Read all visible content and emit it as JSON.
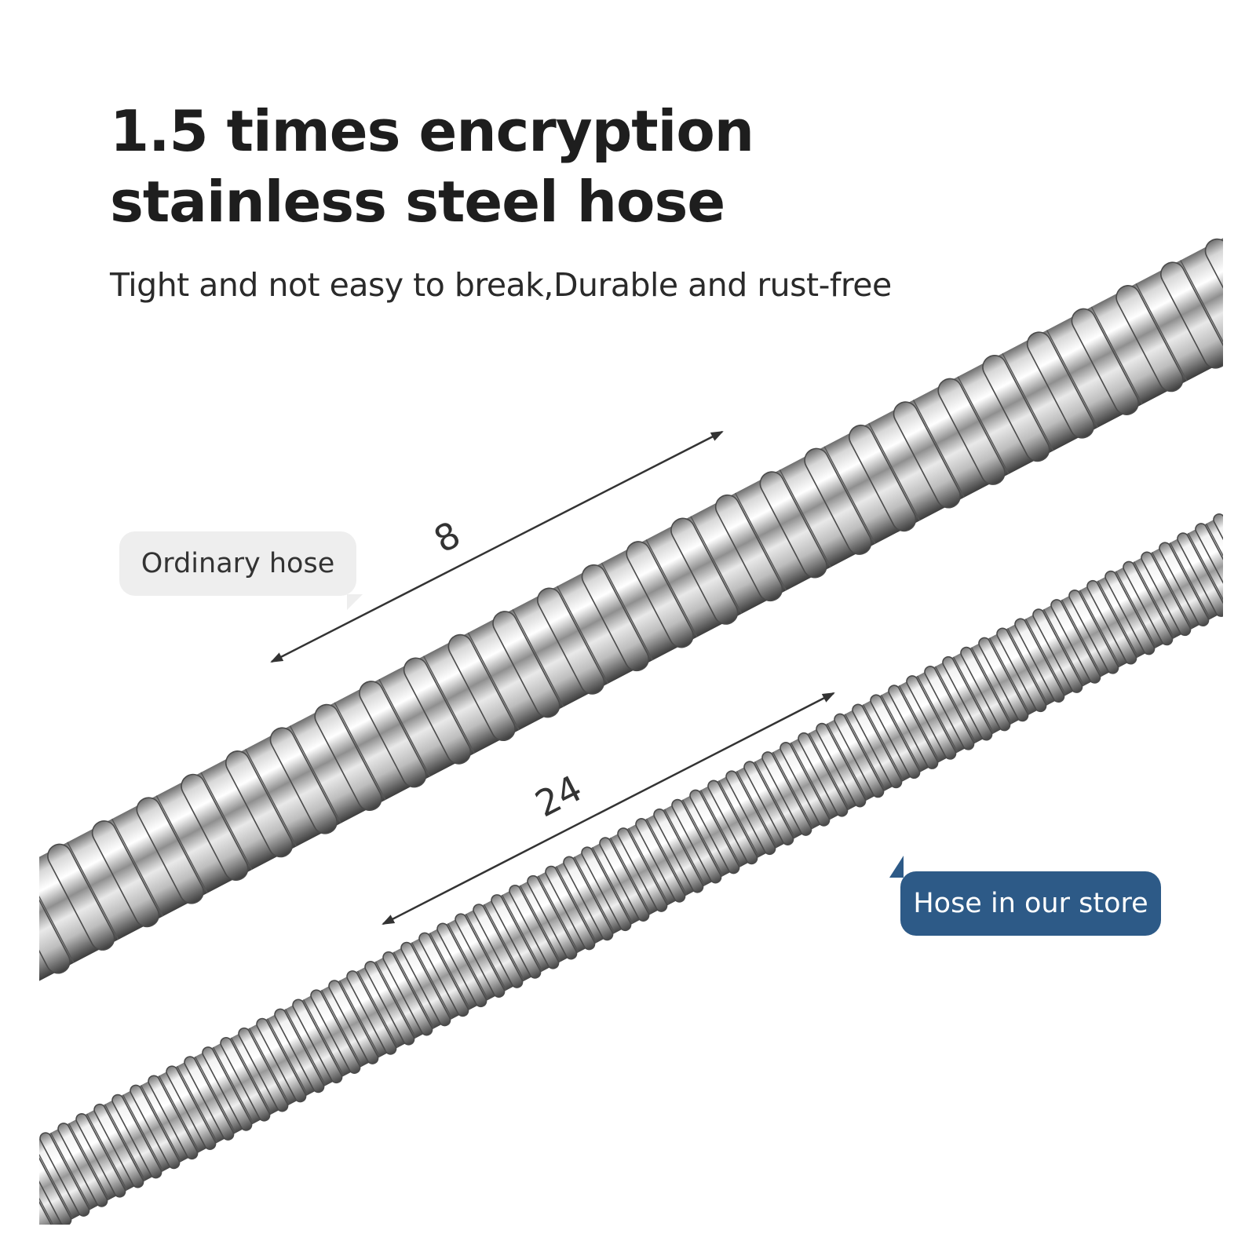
{
  "headline": {
    "line1": "1.5 times encryption",
    "line2": "stainless steel hose"
  },
  "subtitle": "Tight and not easy to break,Durable and rust-free",
  "labels": {
    "ordinary": "Ordinary hose",
    "store": "Hose in our store"
  },
  "dimensions": {
    "ordinary_count": "8",
    "store_count": "24"
  },
  "colors": {
    "store_bubble": "#2d5a87",
    "ordinary_bubble": "#eeeeee",
    "text": "#1e1e1e"
  }
}
